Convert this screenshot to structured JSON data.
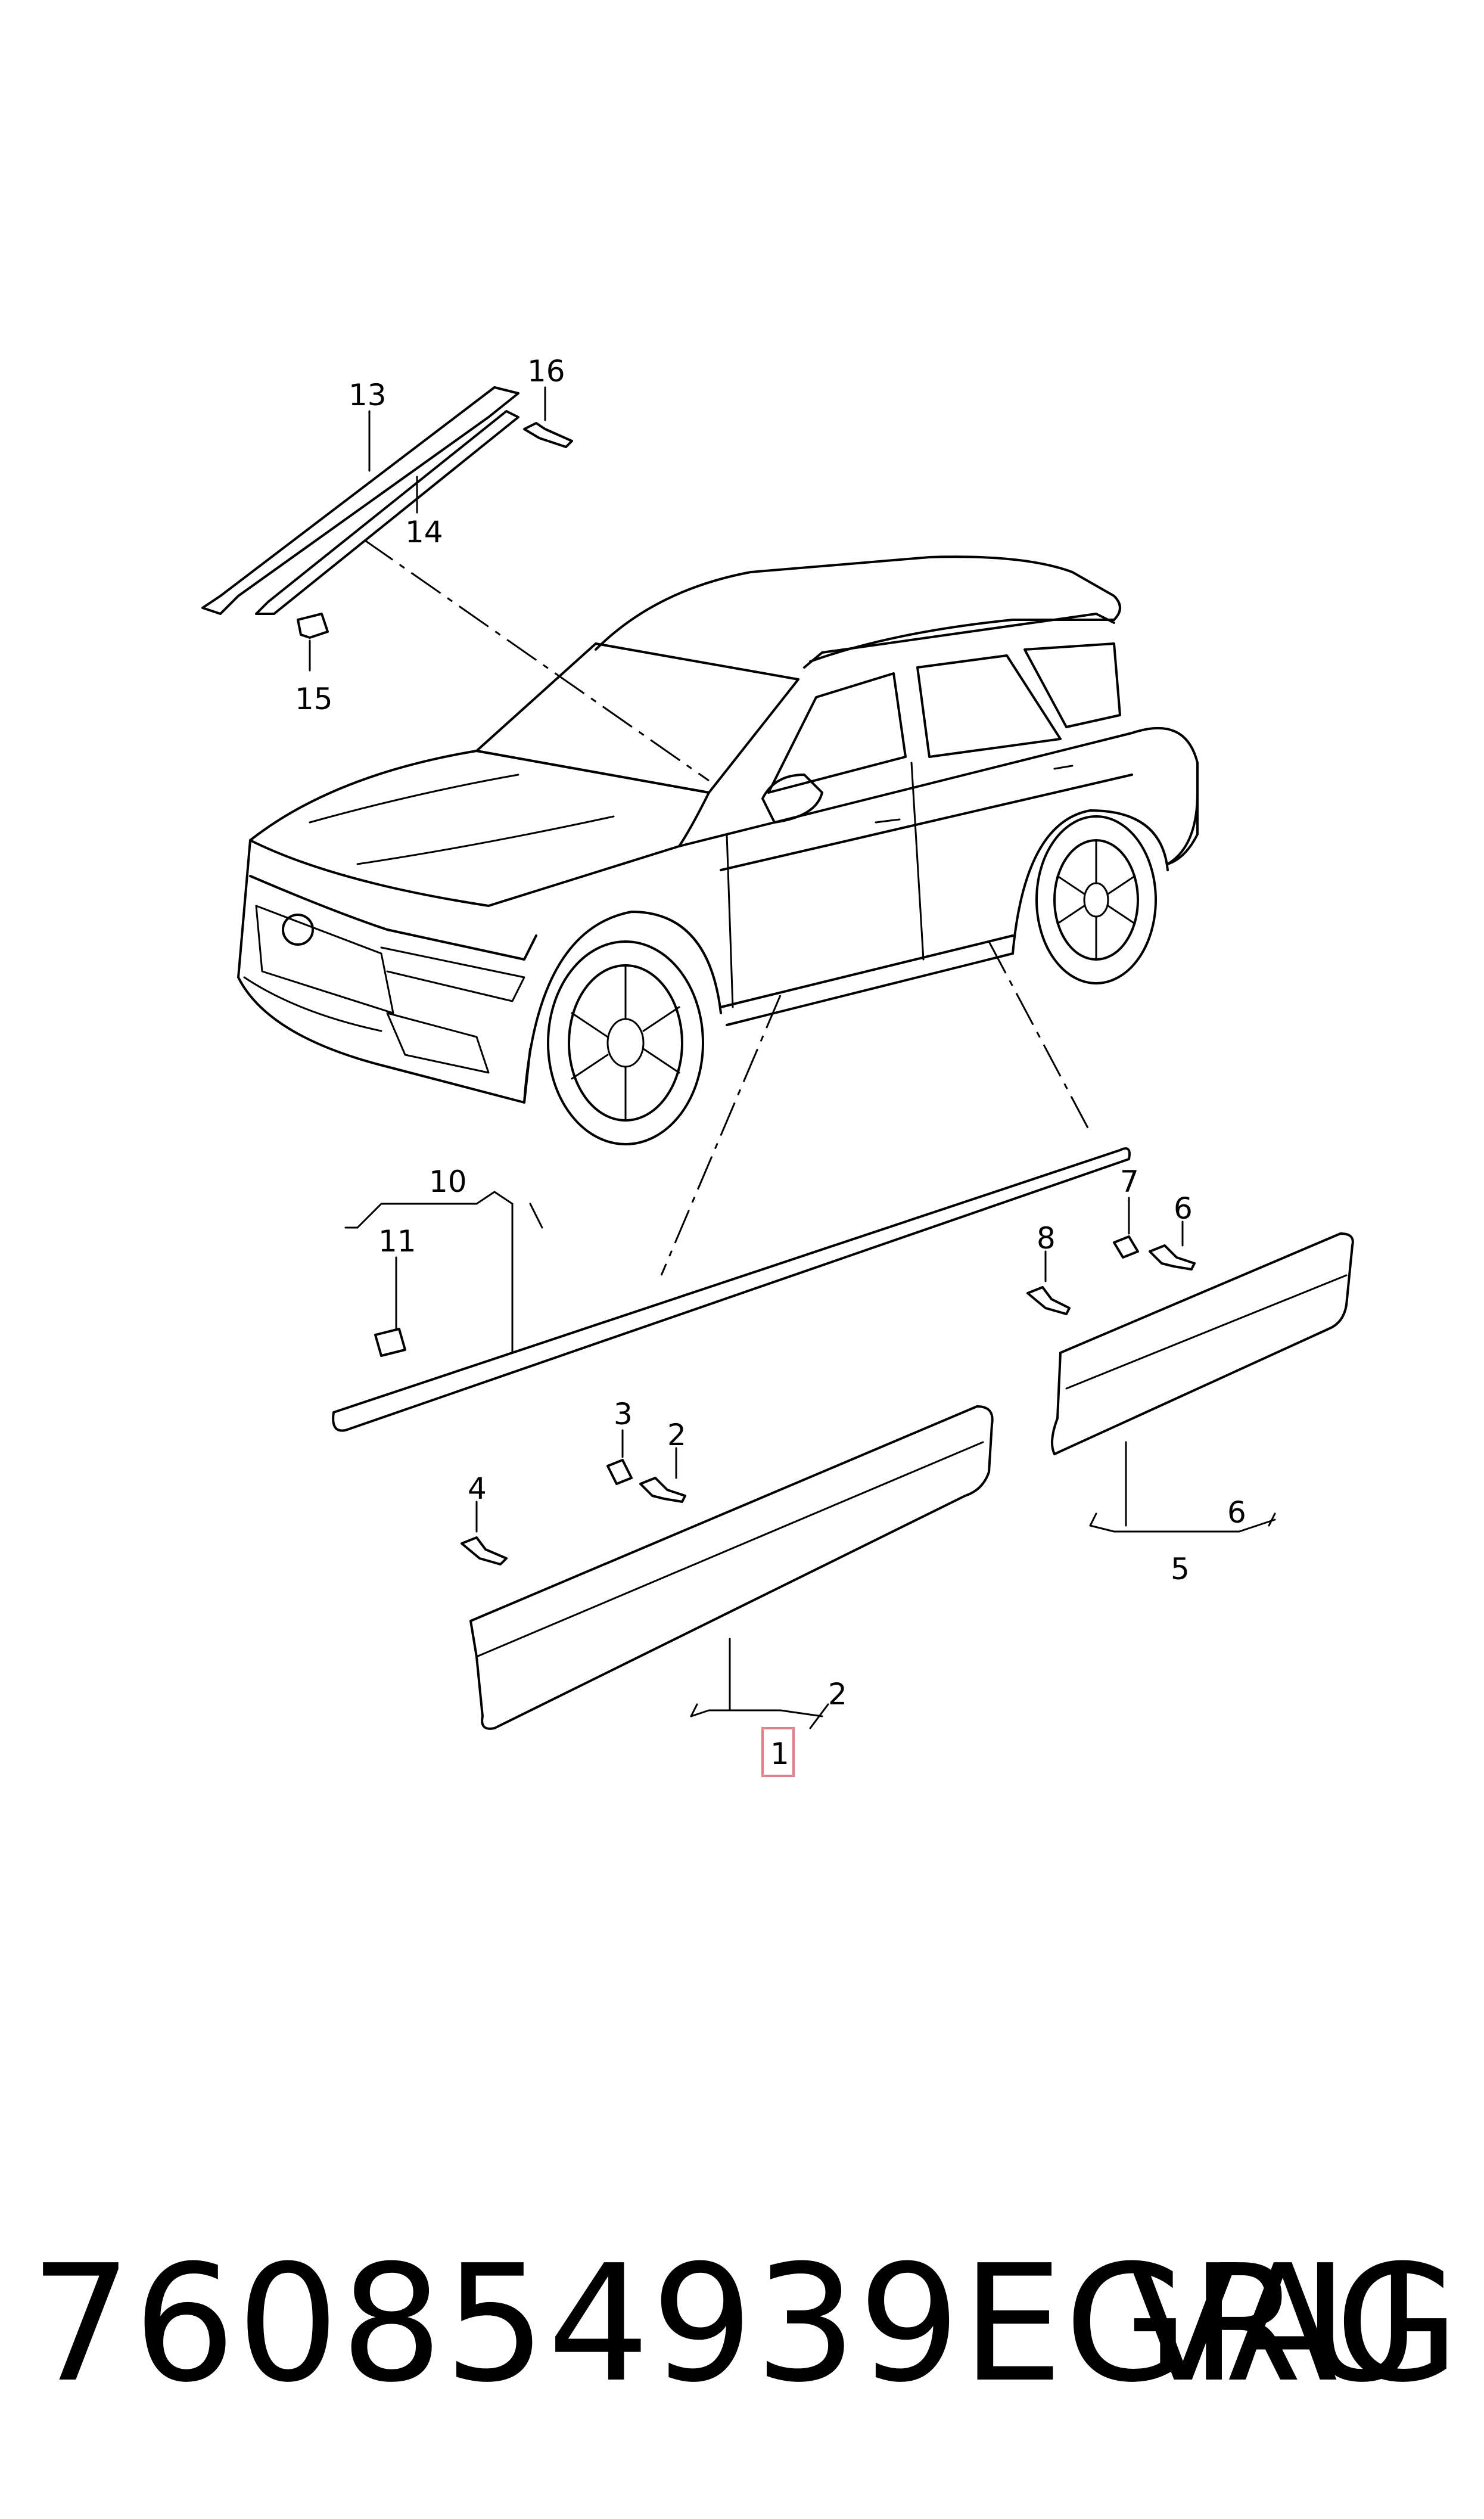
{
  "diagram": {
    "callouts": {
      "c1": "1",
      "c2a": "2",
      "c2b": "2",
      "c3": "3",
      "c4": "4",
      "c5": "5",
      "c6a": "6",
      "c6b": "6",
      "c7": "7",
      "c8": "8",
      "c10": "10",
      "c11": "11",
      "c13": "13",
      "c14": "14",
      "c15": "15",
      "c16": "16"
    },
    "highlight_color": "#e0808a"
  },
  "footer": {
    "part_number": "760854939EGRU",
    "brand": "VAG"
  }
}
